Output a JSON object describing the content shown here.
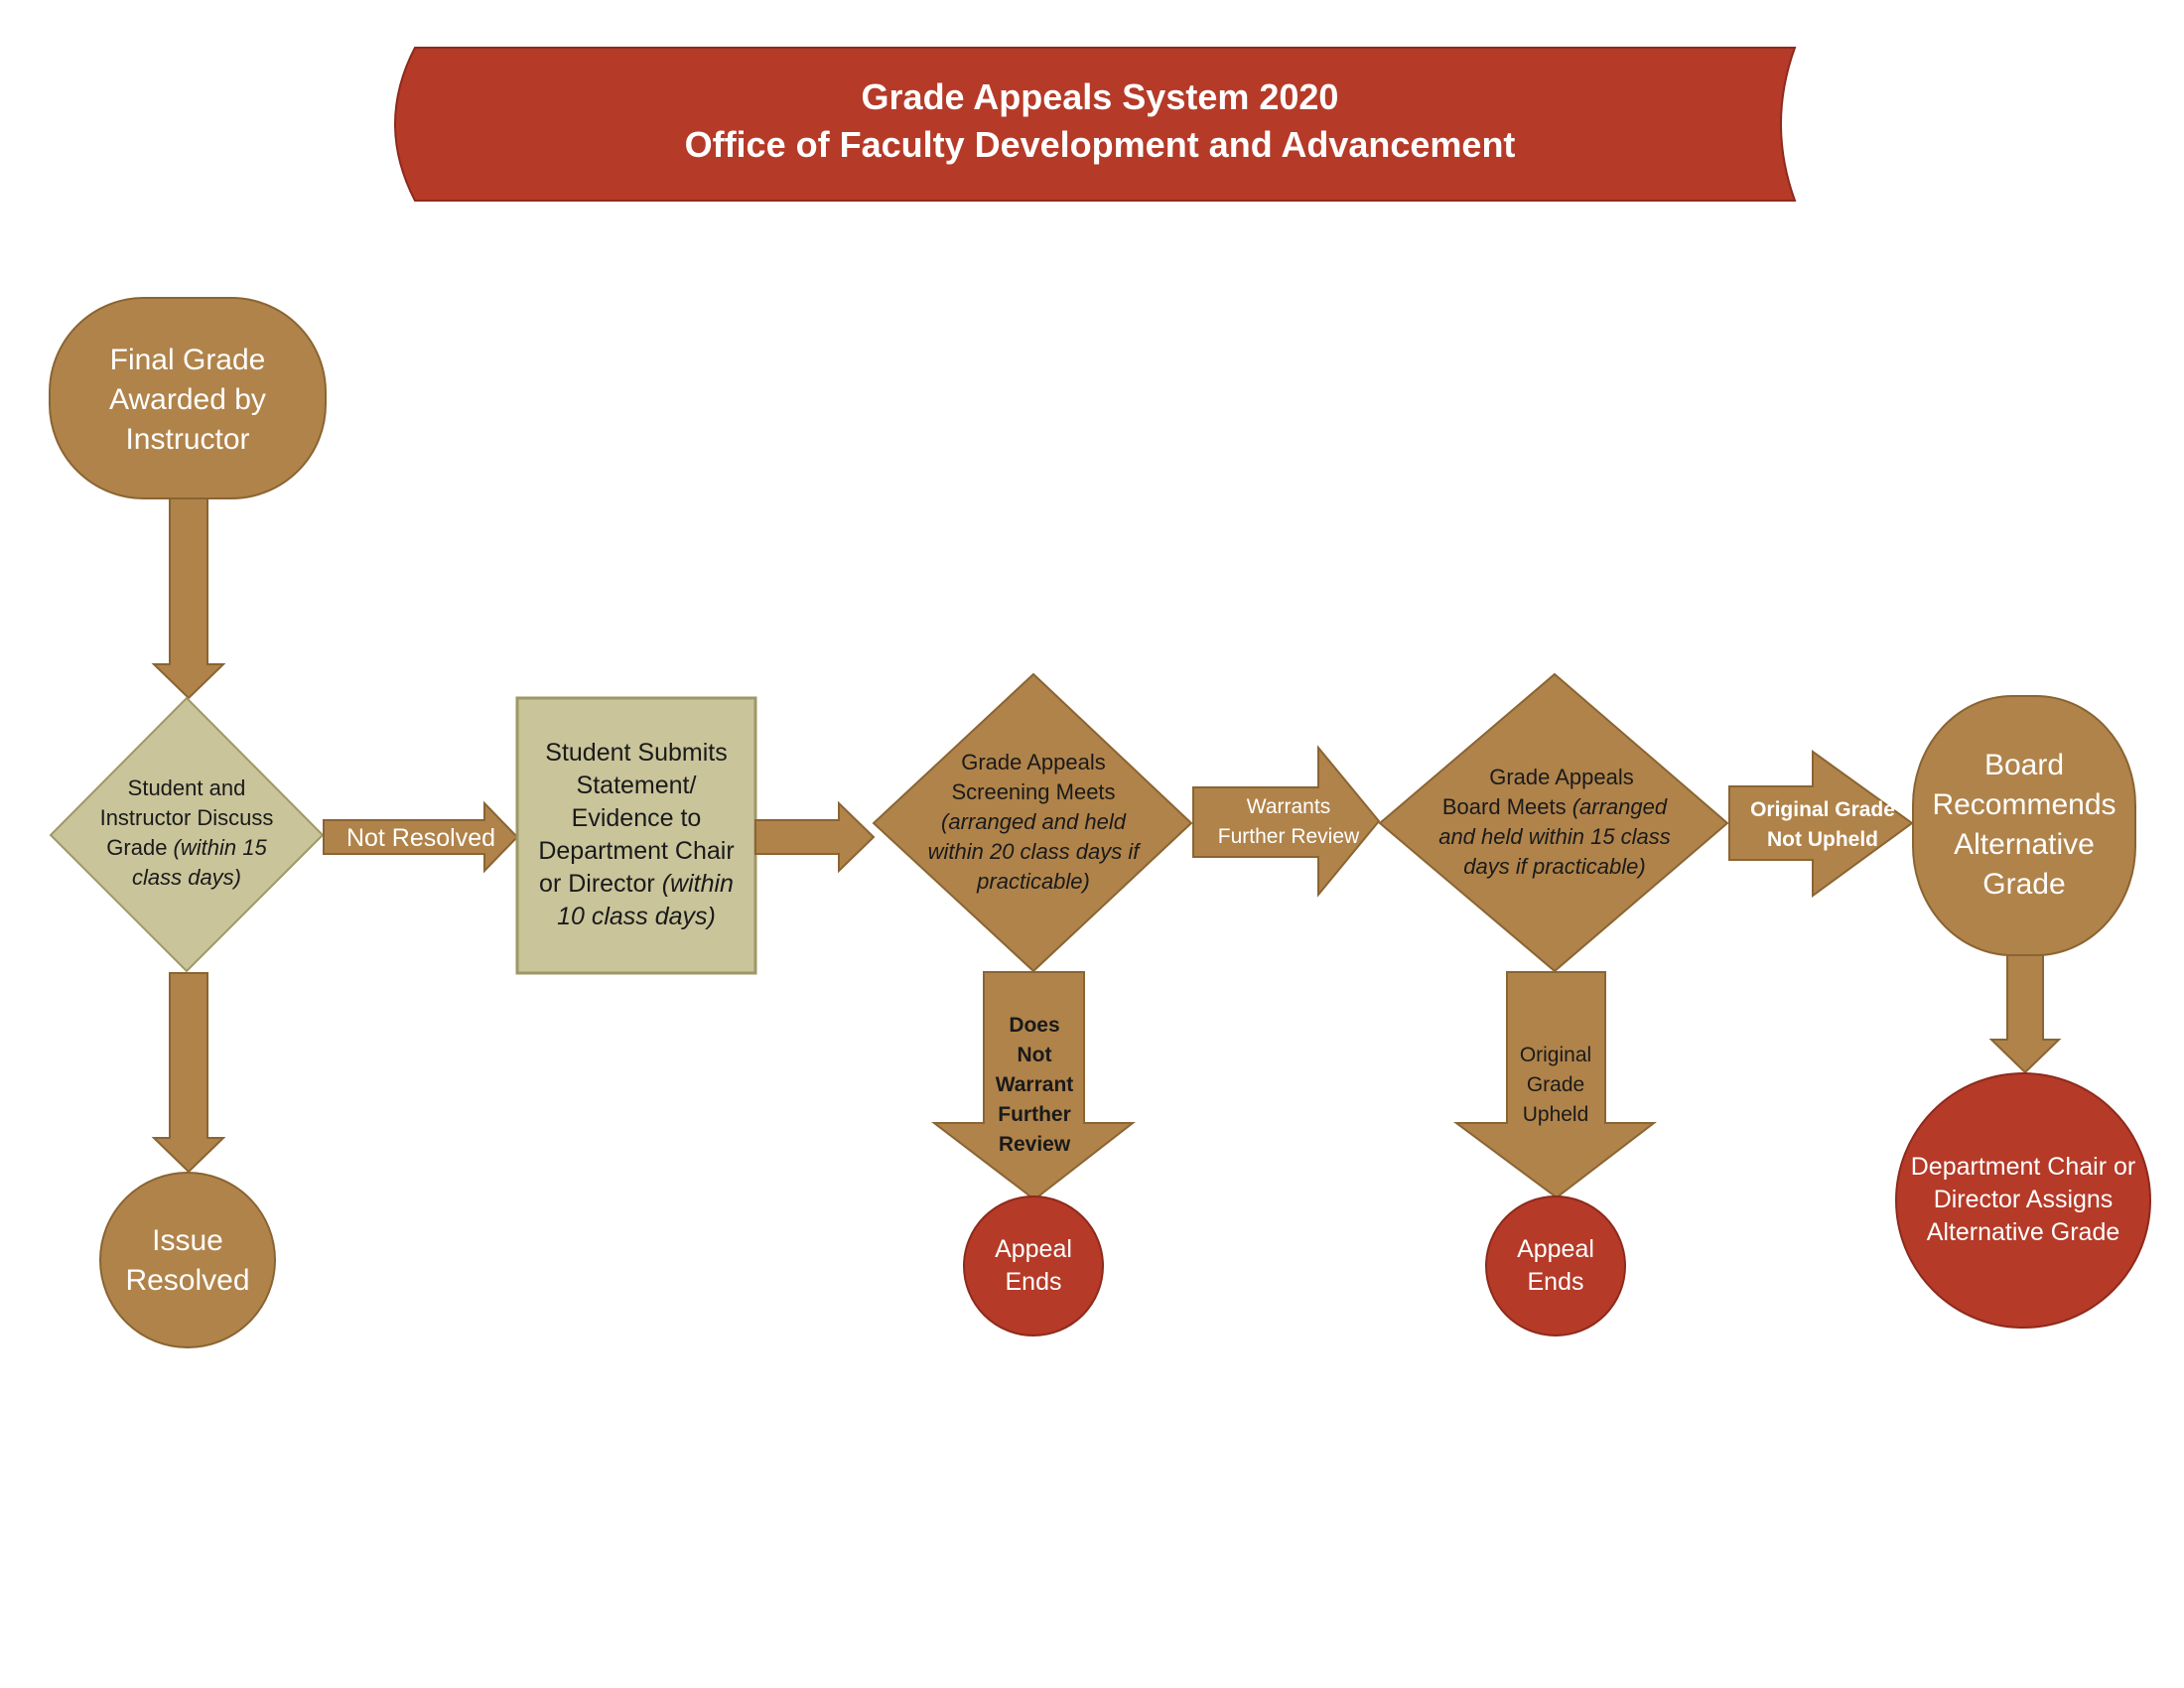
{
  "banner": {
    "title_line1": "Grade Appeals System 2020",
    "title_line2": "Office of Faculty Development and Advancement"
  },
  "nodes": {
    "start": {
      "lines": [
        "Final Grade",
        "Awarded by",
        "Instructor"
      ]
    },
    "discuss": {
      "lines": [
        "Student and",
        "Instructor Discuss"
      ],
      "line3": "Grade ",
      "line3_italic": "(within 15",
      "line4_italic": "class days)"
    },
    "resolved": {
      "lines": [
        "Issue",
        "Resolved"
      ]
    },
    "submit": {
      "lines": [
        "Student Submits",
        "Statement/",
        "Evidence to",
        "Department Chair"
      ],
      "line5": "or Director ",
      "line5_italic": "(within",
      "line6_italic": "10 class days)"
    },
    "screening": {
      "lines": [
        "Grade Appeals",
        "Screening Meets"
      ],
      "italic_lines": [
        "(arranged and held",
        "within 20 class days if",
        "practicable)"
      ]
    },
    "screening_end": {
      "lines": [
        "Appeal",
        "Ends"
      ]
    },
    "board": {
      "line1": "Grade Appeals",
      "line2": "Board Meets ",
      "line2_italic": "(arranged",
      "italic_lines": [
        "and held within 15 class",
        "days if practicable)"
      ]
    },
    "board_end": {
      "lines": [
        "Appeal",
        "Ends"
      ]
    },
    "recommend": {
      "lines": [
        "Board",
        "Recommends",
        "Alternative",
        "Grade"
      ]
    },
    "assign": {
      "lines": [
        "Department Chair or",
        "Director Assigns",
        "Alternative Grade"
      ]
    }
  },
  "arrows": {
    "not_resolved": "Not Resolved",
    "warrants": [
      "Warrants",
      "Further Review"
    ],
    "not_upheld": [
      "Original Grade",
      "Not Upheld"
    ],
    "does_not_warrant": [
      "Does",
      "Not",
      "Warrant",
      "Further",
      "Review"
    ],
    "upheld": [
      "Original",
      "Grade",
      "Upheld"
    ]
  },
  "colors": {
    "brown_fill": "#B0834A",
    "brown_stroke": "#8A6432",
    "tan_fill": "#C9C49A",
    "tan_stroke": "#9E9866",
    "red_fill": "#B53A28",
    "red_stroke": "#8E2A1C",
    "white": "#FFFFFF",
    "dark_text": "#1A1A1A"
  }
}
